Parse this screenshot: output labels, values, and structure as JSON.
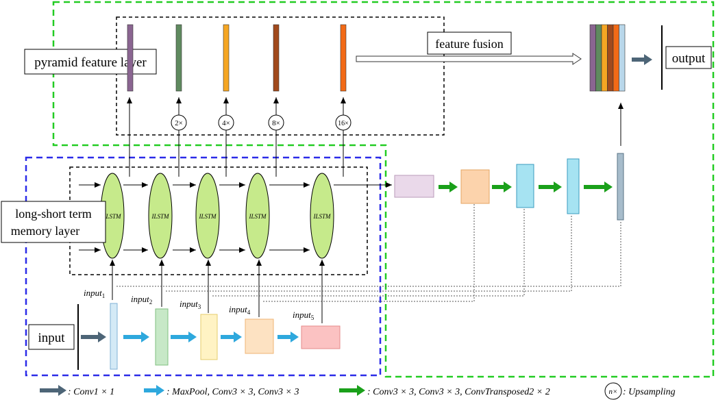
{
  "labels": {
    "pyramid_feature_layer": "pyramid feature layer",
    "feature_fusion": "feature fusion",
    "output": "output",
    "lstm_layer_line1": "long-short term",
    "lstm_layer_line2": "memory layer",
    "input": "input"
  },
  "lstm_cells": [
    "ILSTM",
    "ILSTM",
    "ILSTM",
    "ILSTM",
    "ILSTM"
  ],
  "upsample_factors": [
    "2×",
    "4×",
    "8×",
    "16×"
  ],
  "inputs": [
    {
      "base": "input",
      "sub": "1"
    },
    {
      "base": "input",
      "sub": "2"
    },
    {
      "base": "input",
      "sub": "3"
    },
    {
      "base": "input",
      "sub": "4"
    },
    {
      "base": "input",
      "sub": "5"
    }
  ],
  "legend": {
    "conv1": ": Conv1 × 1",
    "maxpool": ": MaxPool, Conv3 × 3, Conv3 × 3",
    "convtrans": ": Conv3 × 3, Conv3 × 3, ConvTransposed2 × 2",
    "upsampling_symbol": "n×",
    "upsampling": ": Upsampling"
  },
  "colors": {
    "pyramid_bars": [
      "#8a6591",
      "#5f8a5f",
      "#f5a623",
      "#a14a1c",
      "#f26a16"
    ],
    "fusion_stack": [
      "#8a6591",
      "#5f8a5f",
      "#f5a623",
      "#a14a1c",
      "#f26a16",
      "#b9d7ea"
    ],
    "lstm_fill": "#c6ea8b",
    "green_box": "#22cc22",
    "blue_box": "#2b2be8",
    "arrow_gray": "#4d6577",
    "arrow_cyan": "#2ea8dd",
    "arrow_green": "#1aa01a"
  }
}
